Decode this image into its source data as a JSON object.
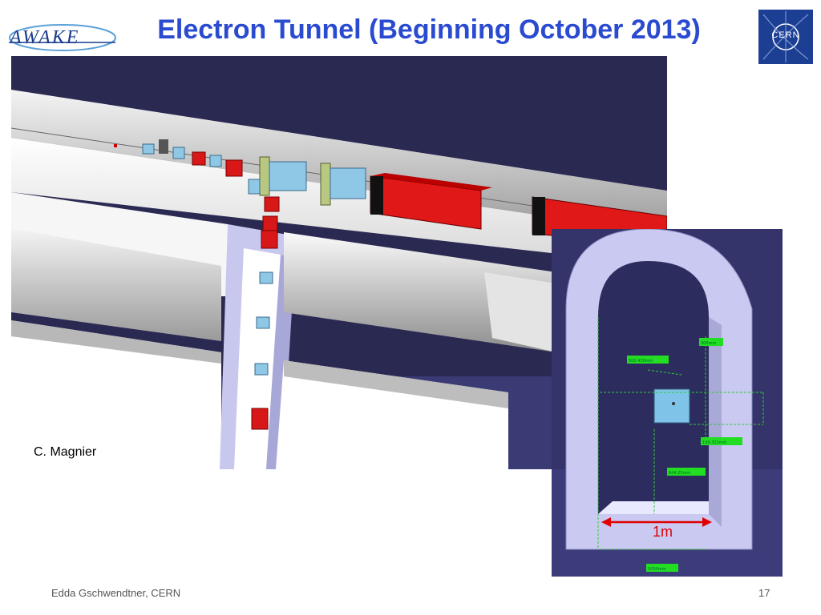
{
  "header": {
    "logo_left": "AWAKE",
    "title": "Electron Tunnel (Beginning October 2013)",
    "logo_right": "CERN"
  },
  "image": {
    "credit": "C. Magnier",
    "inset_dimension_label": "1m",
    "inset_tags": [
      "300mm",
      "500.436mm",
      "199.322mm",
      "844.25mm",
      "1000mm"
    ]
  },
  "footer": {
    "author": "Edda Gschwendtner, CERN",
    "page_number": "17"
  }
}
